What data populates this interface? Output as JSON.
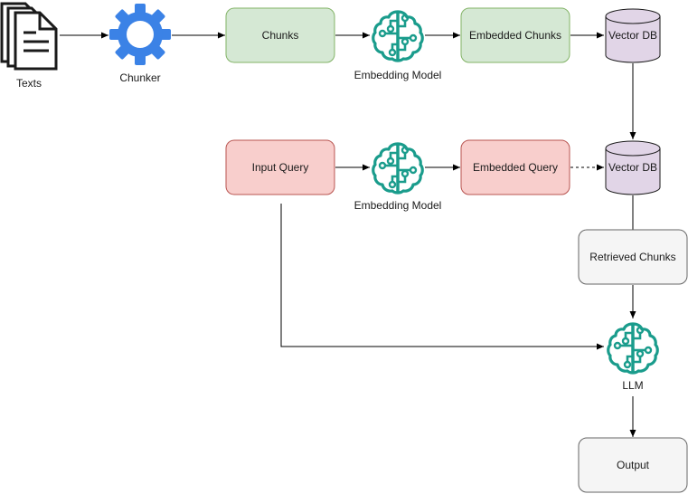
{
  "colors": {
    "green_fill": "#d5e8d4",
    "green_stroke": "#82b366",
    "red_fill": "#f8cecc",
    "red_stroke": "#b85450",
    "grey_fill": "#f5f5f5",
    "grey_stroke": "#666666",
    "db_fill": "#e1d5e7",
    "db_stroke": "#1a1a1a",
    "brain": "#1a9c8c",
    "gear": "#3b82e6",
    "edge": "#000000"
  },
  "nodes": {
    "texts": {
      "label": "Texts",
      "icon": "document-stack-icon"
    },
    "chunker": {
      "label": "Chunker",
      "icon": "gear-icon"
    },
    "chunks": {
      "label": "Chunks"
    },
    "embedding_model_1": {
      "label": "Embedding Model",
      "icon": "brain-circuit-icon"
    },
    "embedded_chunks": {
      "label": "Embedded Chunks"
    },
    "vector_db_1": {
      "label": "Vector DB",
      "icon": "database-cylinder-icon"
    },
    "input_query": {
      "label": "Input Query"
    },
    "embedding_model_2": {
      "label": "Embedding Model",
      "icon": "brain-circuit-icon"
    },
    "embedded_query": {
      "label": "Embedded Query"
    },
    "vector_db_2": {
      "label": "Vector DB",
      "icon": "database-cylinder-icon"
    },
    "retrieved_chunks": {
      "label": "Retrieved Chunks"
    },
    "llm": {
      "label": "LLM",
      "icon": "brain-circuit-icon"
    },
    "output": {
      "label": "Output"
    }
  },
  "edges": [
    {
      "from": "texts",
      "to": "chunker",
      "style": "solid"
    },
    {
      "from": "chunker",
      "to": "chunks",
      "style": "solid"
    },
    {
      "from": "chunks",
      "to": "embedding_model_1",
      "style": "solid"
    },
    {
      "from": "embedding_model_1",
      "to": "embedded_chunks",
      "style": "solid"
    },
    {
      "from": "embedded_chunks",
      "to": "vector_db_1",
      "style": "solid"
    },
    {
      "from": "vector_db_1",
      "to": "vector_db_2",
      "style": "solid"
    },
    {
      "from": "input_query",
      "to": "embedding_model_2",
      "style": "solid"
    },
    {
      "from": "embedding_model_2",
      "to": "embedded_query",
      "style": "solid"
    },
    {
      "from": "embedded_query",
      "to": "vector_db_2",
      "style": "dashed"
    },
    {
      "from": "vector_db_2",
      "to": "retrieved_chunks",
      "style": "solid"
    },
    {
      "from": "retrieved_chunks",
      "to": "llm",
      "style": "solid"
    },
    {
      "from": "input_query",
      "to": "llm",
      "style": "solid"
    },
    {
      "from": "llm",
      "to": "output",
      "style": "solid"
    }
  ]
}
